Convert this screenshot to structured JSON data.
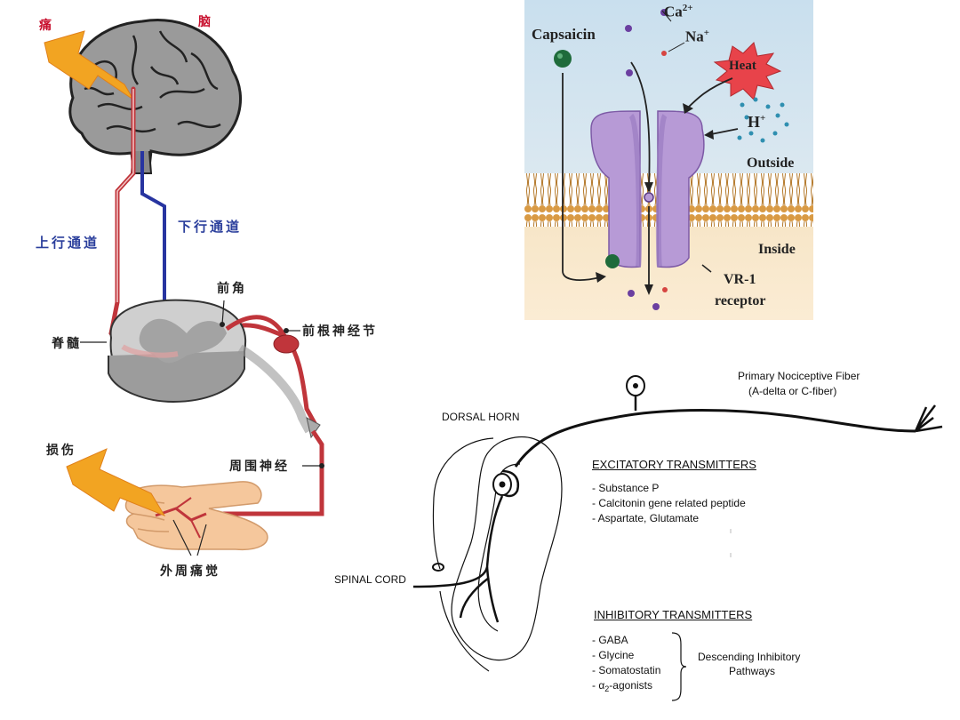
{
  "pain_pathway": {
    "pain_label": "痛",
    "brain_label": "脑",
    "ascending_label": "上行通道",
    "descending_label": "下行通道",
    "anterior_horn_label": "前角",
    "spinal_cord_label": "脊髓",
    "root_ganglion_label": "前根神经节",
    "injury_label": "损伤",
    "peripheral_nerve_label": "周围神经",
    "peripheral_pain_label": "外周痛觉",
    "colors": {
      "ascending": "#c0353b",
      "descending": "#2734a0",
      "lightning": "#f2a422"
    }
  },
  "vr1": {
    "capsaicin_label": "Capsaicin",
    "ca_label": "Ca",
    "ca_charge": "2+",
    "na_label": "Na",
    "na_charge": "+",
    "heat_label": "Heat",
    "h_label": "H",
    "h_charge": "+",
    "outside_label": "Outside",
    "inside_label": "Inside",
    "receptor_label_1": "VR-1",
    "receptor_label_2": "receptor",
    "colors": {
      "channel": "#b79ad6",
      "membrane": "#d49a4a",
      "heat": "#e8434a",
      "sky": "#cfe3ef"
    }
  },
  "spinal": {
    "dorsal_horn_label": "DORSAL HORN",
    "spinal_cord_label": "SPINAL CORD",
    "fiber_title": "Primary Nociceptive Fiber",
    "fiber_subtitle": "(A-delta or C-fiber)",
    "excitatory_heading": "EXCITATORY TRANSMITTERS",
    "excitatory_items": [
      "- Substance P",
      "- Calcitonin gene related peptide",
      "- Aspartate, Glutamate"
    ],
    "inhibitory_heading": "INHIBITORY TRANSMITTERS",
    "inhibitory_items": [
      "- GABA",
      "- Glycine",
      "- Somatostatin"
    ],
    "alpha_item_prefix": "- ",
    "alpha_symbol": "α",
    "alpha_subscript": "2",
    "alpha_suffix": "-agonists",
    "descending_line1": "Descending Inhibitory",
    "descending_line2": "Pathways"
  }
}
